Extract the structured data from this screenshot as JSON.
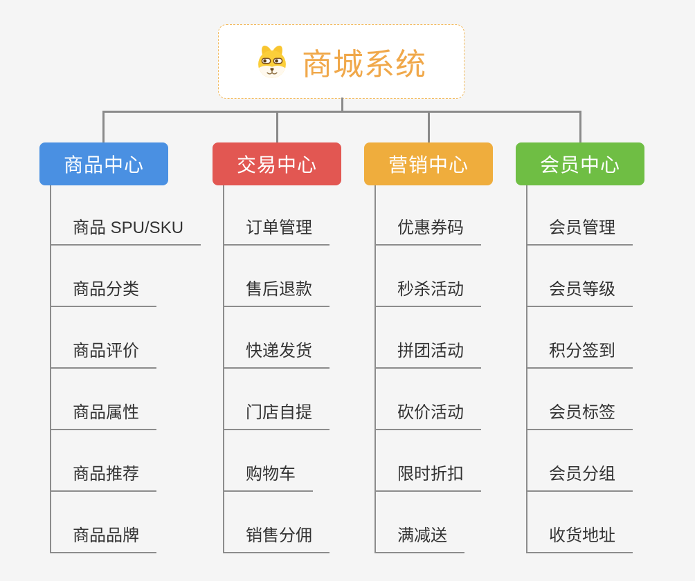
{
  "root": {
    "title": "商城系统",
    "title_color": "#F0A84A",
    "icon": "shiba-dog-icon"
  },
  "branches": [
    {
      "label": "商品中心",
      "color": "#4A90E2",
      "items": [
        "商品 SPU/SKU",
        "商品分类",
        "商品评价",
        "商品属性",
        "商品推荐",
        "商品品牌"
      ]
    },
    {
      "label": "交易中心",
      "color": "#E25752",
      "items": [
        "订单管理",
        "售后退款",
        "快递发货",
        "门店自提",
        "购物车",
        "销售分佣"
      ]
    },
    {
      "label": "营销中心",
      "color": "#EFAD3D",
      "items": [
        "优惠券码",
        "秒杀活动",
        "拼团活动",
        "砍价活动",
        "限时折扣",
        "满减送"
      ]
    },
    {
      "label": "会员中心",
      "color": "#6FBE44",
      "items": [
        "会员管理",
        "会员等级",
        "积分签到",
        "会员标签",
        "会员分组",
        "收货地址"
      ]
    }
  ],
  "connector_color": "#8A8A8A",
  "background_color": "#F5F5F5"
}
